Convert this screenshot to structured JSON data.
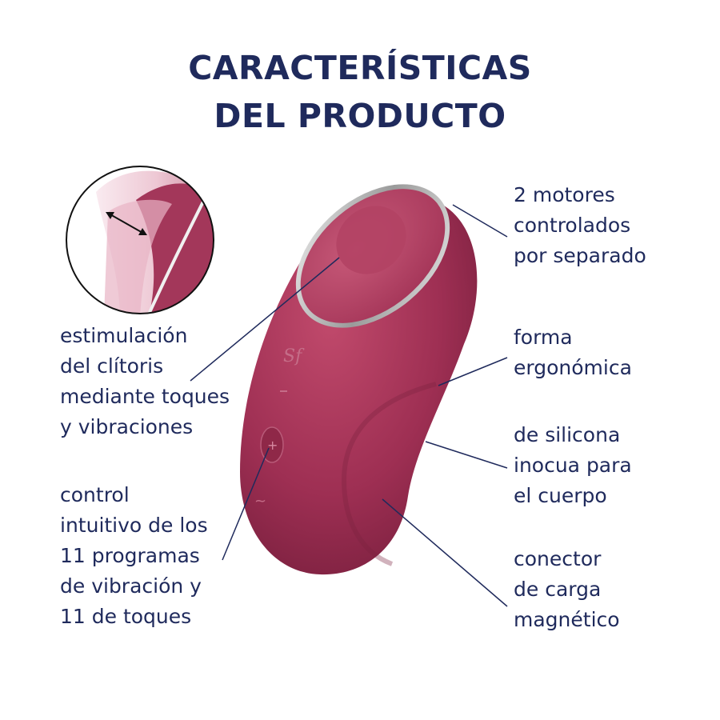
{
  "title": {
    "line1": "CARACTERÍSTICAS",
    "line2": "DEL PRODUCTO"
  },
  "features": {
    "clitoris": [
      "estimulación",
      "del clítoris",
      "mediante toques",
      "y vibraciones"
    ],
    "control": [
      "control",
      "intuitivo de los",
      "11 programas",
      "de vibración y",
      "11 de toques"
    ],
    "motors": [
      "2 motores",
      "controlados",
      "por separado"
    ],
    "shape": [
      "forma",
      "ergonómica"
    ],
    "silicone": [
      "de silicona",
      "inocua para",
      "el cuerpo"
    ],
    "charger": [
      "conector",
      "de carga",
      "magnético"
    ]
  },
  "colors": {
    "text": "#1f2a5c",
    "device": "#9b2f52",
    "device_light": "#c24f70",
    "device_dark": "#6e1c38"
  },
  "icons": [
    "double-arrow-icon",
    "brand-logo-icon",
    "minus-icon",
    "plus-icon",
    "wave-icon"
  ]
}
